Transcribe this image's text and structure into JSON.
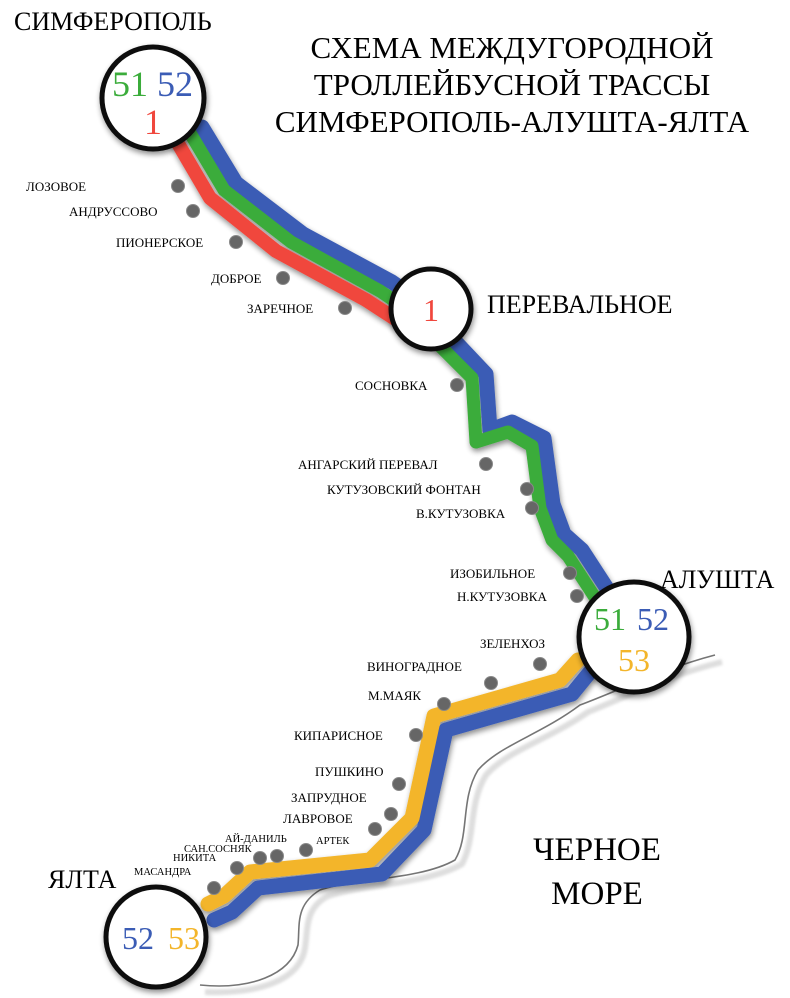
{
  "title": {
    "line1": "СХЕМА МЕЖДУГОРОДНОЙ",
    "line2": "ТРОЛЛЕЙБУСНОЙ ТРАССЫ",
    "line3": "СИМФЕРОПОЛЬ-АЛУШТА-ЯЛТА"
  },
  "colors": {
    "route_51": "#3bac3b",
    "route_52": "#3a5cb5",
    "route_1": "#f0463c",
    "route_53": "#f3b52a",
    "stop": "#666666",
    "coast": "#444444"
  },
  "hubs": {
    "simferopol": {
      "name": "СИМФЕРОПОЛЬ",
      "routes_top": [
        "51",
        "52"
      ],
      "routes_bottom": [
        "1"
      ]
    },
    "perevalnoe": {
      "name": "ПЕРЕВАЛЬНОЕ",
      "routes": [
        "1"
      ]
    },
    "alushta": {
      "name": "АЛУШТА",
      "routes_top": [
        "51",
        "52"
      ],
      "routes_bottom": [
        "53"
      ]
    },
    "yalta": {
      "name": "ЯЛТА",
      "routes": [
        "52",
        "53"
      ]
    }
  },
  "sea_label": {
    "line1": "ЧЕРНОЕ",
    "line2": "МОРЕ"
  },
  "stops": {
    "lozovoe": "ЛОЗОВОЕ",
    "andrussovo": "АНДРУССОВО",
    "pionerskoe": "ПИОНЕРСКОЕ",
    "dobroe": "ДОБРОЕ",
    "zarechnoe": "ЗАРЕЧНОЕ",
    "sosnovka": "СОСНОВКА",
    "angarsky": "АНГАРСКИЙ ПЕРЕВАЛ",
    "kutuzov_fontan": "КУТУЗОВСКИЙ ФОНТАН",
    "v_kutuzovka": "В.КУТУЗОВКА",
    "izobilnoe": "ИЗОБИЛЬНОЕ",
    "n_kutuzovka": "Н.КУТУЗОВКА",
    "zelenhoz": "ЗЕЛЕНХОЗ",
    "vinogradnoe": "ВИНОГРАДНОЕ",
    "m_mayak": "М.МАЯК",
    "kiparisnoe": "КИПАРИСНОЕ",
    "pushkino": "ПУШКИНО",
    "zaprudnoe": "ЗАПРУДНОЕ",
    "lavrovoe": "ЛАВРОВОЕ",
    "artek": "АРТЕК",
    "ai_danil": "АЙ-ДАНИЛЬ",
    "san_sosnyak": "САН.СОСНЯК",
    "nikita": "НИКИТА",
    "massandra": "МАСАНДРА"
  }
}
